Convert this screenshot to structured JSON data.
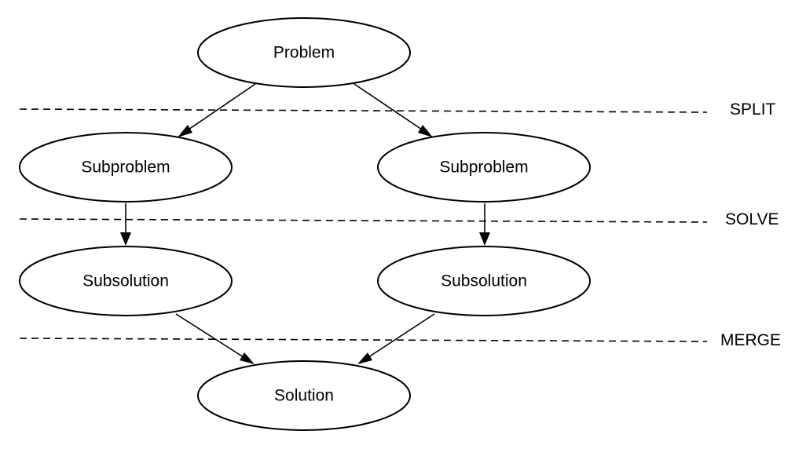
{
  "nodes": {
    "problem": "Problem",
    "subproblem_left": "Subproblem",
    "subproblem_right": "Subproblem",
    "subsolution_left": "Subsolution",
    "subsolution_right": "Subsolution",
    "solution": "Solution"
  },
  "phases": {
    "split": "SPLIT",
    "solve": "SOLVE",
    "merge": "MERGE"
  },
  "colors": {
    "stroke": "#000000",
    "fill": "#ffffff"
  }
}
